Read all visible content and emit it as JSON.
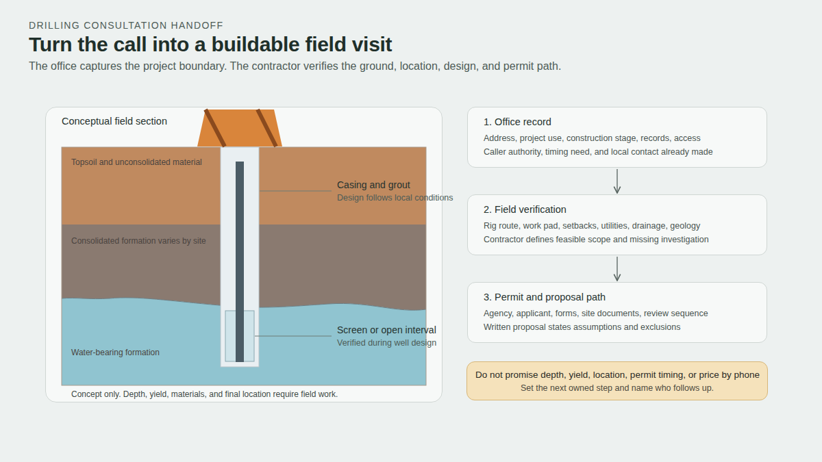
{
  "diagram": {
    "title": "Turn the call into a buildable field visit",
    "caption": "The office captures the project boundary. The contractor verifies the ground, location, design, and permit path.",
    "nodes": [
      {
        "text": [
          "Conceptual field section",
          "Concept only. Depth, yield, materials, and final location require field work."
        ]
      },
      {
        "text": [
          "Topsoil and unconsolidated material"
        ],
        "in": 0
      },
      {
        "text": [
          "Consolidated formation varies by site"
        ],
        "in": 0
      },
      {
        "text": [
          "Water-bearing formation"
        ],
        "in": 0
      },
      {
        "text": [
          "1. Office record",
          "Address, project use, construction stage, records, access",
          "Caller authority, timing need, and local contact already made"
        ]
      },
      {
        "text": [
          "2. Field verification",
          "Rig route, work pad, setbacks, utilities, drainage, geology",
          "Contractor defines feasible scope and missing investigation"
        ]
      },
      {
        "text": [
          "3. Permit and proposal path",
          "Agency, applicant, forms, site documents, review sequence",
          "Written proposal states assumptions and exclusions"
        ]
      },
      {
        "text": [
          "Do not promise depth, yield, location, permit timing, or price by phone",
          "Set the next owned step and name who follows up."
        ]
      }
    ],
    "edges": [
      {
        "from": 4,
        "to": 5,
        "arrow": "to"
      },
      {
        "from": 5,
        "to": 6,
        "arrow": "to"
      }
    ],
    "labels": [
      "DRILLING CONSULTATION HANDOFF",
      "Casing and grout",
      "Design follows local conditions",
      "Screen or open interval",
      "Verified during well design"
    ]
  }
}
